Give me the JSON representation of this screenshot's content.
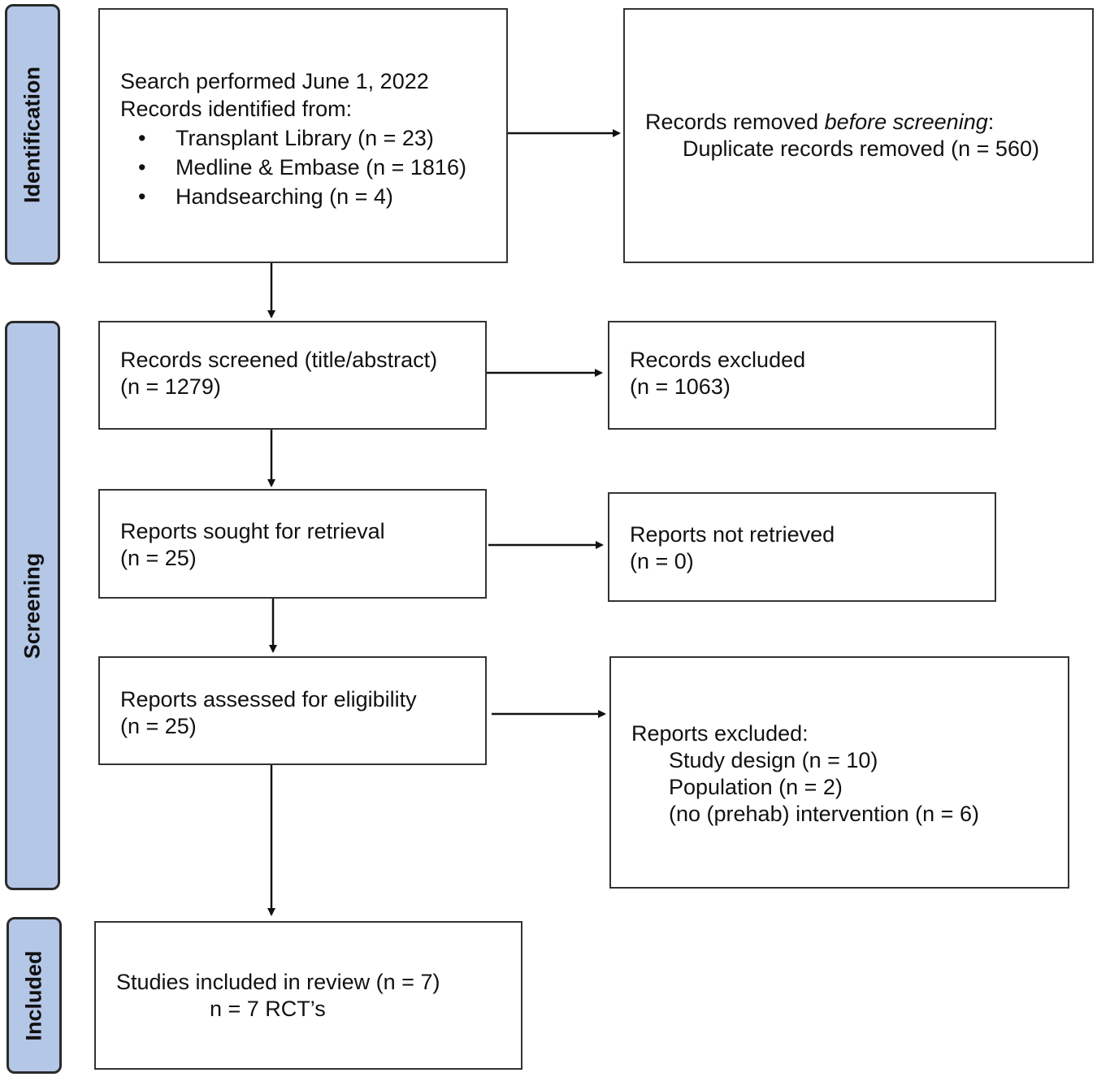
{
  "phases": {
    "identification": "Identification",
    "screening": "Screening",
    "included": "Included"
  },
  "identified": {
    "line1": "Search performed June 1, 2022",
    "line2": "Records identified from:",
    "sources": [
      "Transplant Library  (n = 23)",
      "Medline & Embase (n = 1816)",
      "Handsearching (n = 4)"
    ]
  },
  "removed": {
    "prefix": "Records removed ",
    "emphasis": "before screening",
    "suffix": ":",
    "detail": "Duplicate records removed  (n = 560)"
  },
  "screened": {
    "label": "Records screened (title/abstract)",
    "count": "(n = 1279)"
  },
  "excluded": {
    "label": "Records excluded",
    "count": "(n = 1063)"
  },
  "sought": {
    "label": "Reports sought for retrieval",
    "count": "(n = 25)"
  },
  "not_retrieved": {
    "label": "Reports not retrieved",
    "count": "(n = 0)"
  },
  "assessed": {
    "label": "Reports assessed for eligibility",
    "count": "(n = 25)"
  },
  "reports_excluded": {
    "label": "Reports excluded:",
    "reasons": [
      "Study design (n = 10)",
      "Population (n = 2)",
      "(no (prehab) intervention (n = 6)"
    ]
  },
  "included_box": {
    "line1": "Studies included in review (n = 7)",
    "line2": "n = 7 RCT’s"
  },
  "colors": {
    "phase_fill": "#b4c7e7",
    "border": "#333333"
  }
}
